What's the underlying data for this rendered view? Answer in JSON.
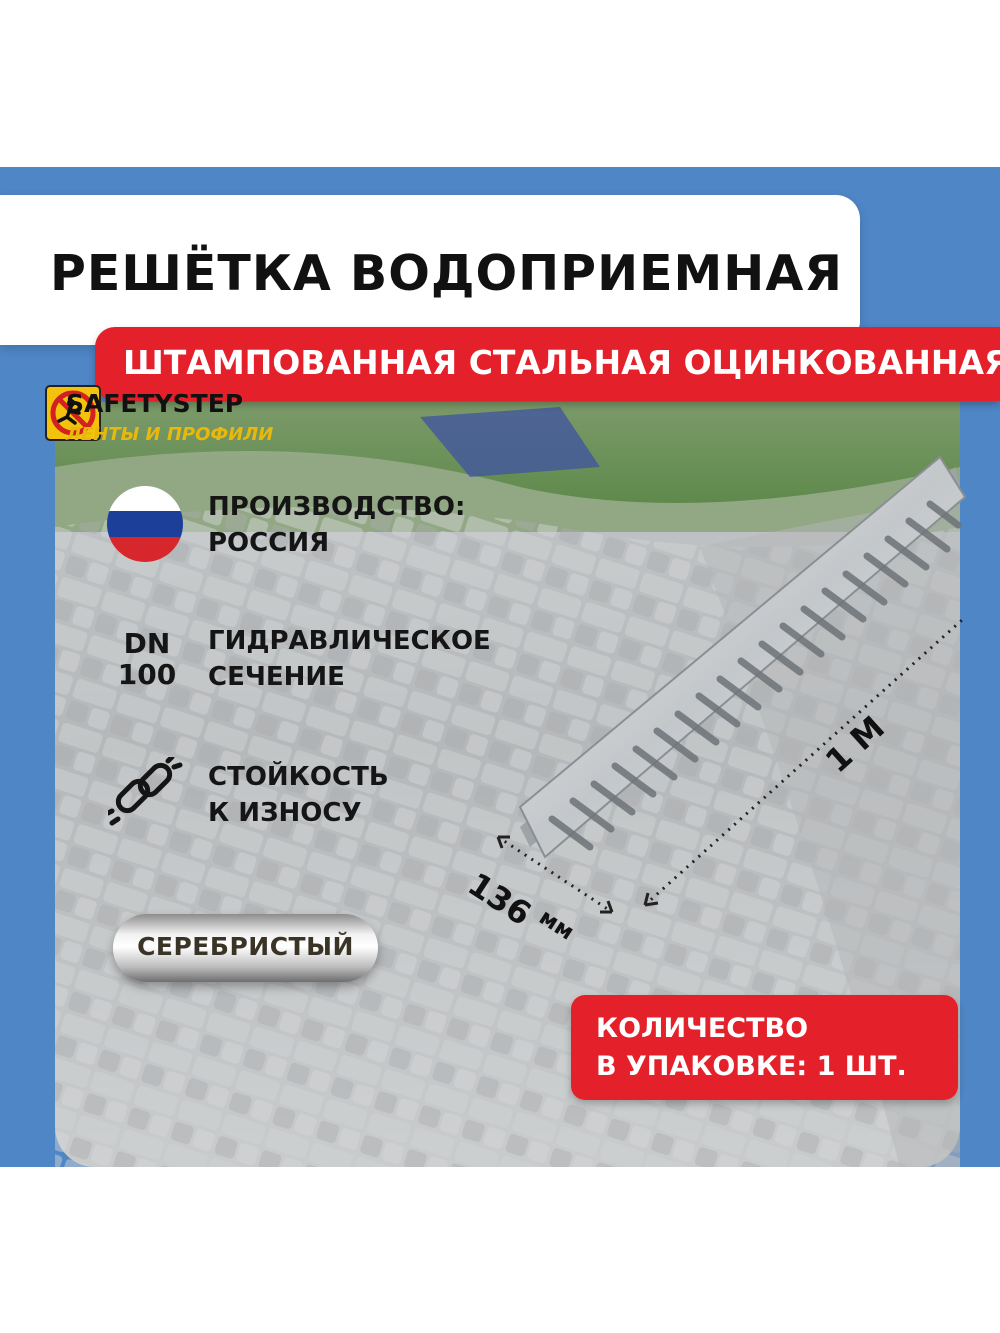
{
  "title": "РЕШЁТКА ВОДОПРИЕМНАЯ",
  "subtitle": "ШТАМПОВАННАЯ СТАЛЬНАЯ ОЦИНКОВАННАЯ",
  "features": [
    {
      "icon": "russia-flag-icon",
      "line1": "ПРОИЗВОДСТВО:",
      "line2": "РОССИЯ"
    },
    {
      "icon_text_1": "DN",
      "icon_text_2": "100",
      "line1": "ГИДРАВЛИЧЕСКОЕ",
      "line2": "СЕЧЕНИЕ"
    },
    {
      "icon": "chain-link-icon",
      "line1": "СТОЙКОСТЬ",
      "line2": "К ИЗНОСУ"
    }
  ],
  "color_label": "СЕРЕБРИСТЫЙ",
  "dimensions": {
    "length": "1 М",
    "width": "136",
    "width_unit": "мм"
  },
  "quantity": {
    "line1": "КОЛИЧЕСТВО",
    "line2": "В УПАКОВКЕ:  1 ШТ."
  },
  "brand": {
    "name": "SAFETYSTEP",
    "tagline": "ЛЕНТЫ И ПРОФИЛИ"
  },
  "colors": {
    "frame_blue": "#4f86c6",
    "accent_red": "#e4202a",
    "brand_yellow": "#e8b80c"
  }
}
